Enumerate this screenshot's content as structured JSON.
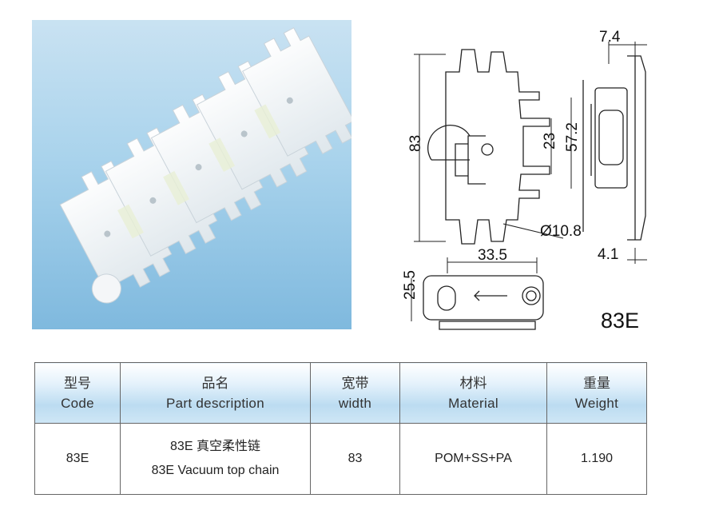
{
  "photo": {
    "alt": ""
  },
  "drawing": {
    "dimensions": [
      "7.4",
      "83",
      "23",
      "57.2",
      "Ø10.8",
      "4.1",
      "33.5",
      "25.5"
    ],
    "model_label": "83E"
  },
  "table": {
    "headers": [
      {
        "zh": "型号",
        "en": "Code"
      },
      {
        "zh": "品名",
        "en": "Part description"
      },
      {
        "zh": "宽带",
        "en": "width"
      },
      {
        "zh": "材料",
        "en": "Material"
      },
      {
        "zh": "重量",
        "en": "Weight"
      }
    ],
    "row": {
      "code": "83E",
      "desc_zh": "83E 真空柔性链",
      "desc_en": "83E Vacuum top chain",
      "width": "83",
      "material": "POM+SS+PA",
      "weight": "1.190"
    }
  }
}
